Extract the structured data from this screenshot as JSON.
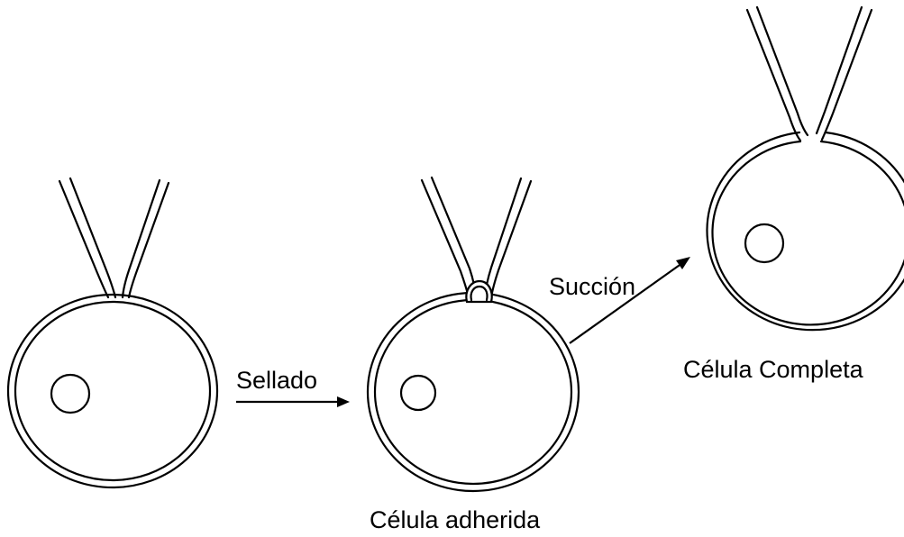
{
  "labels": {
    "sealing": "Sellado",
    "suction": "Succión",
    "attached_cell": "Célula adherida",
    "whole_cell": "Célula Completa"
  }
}
